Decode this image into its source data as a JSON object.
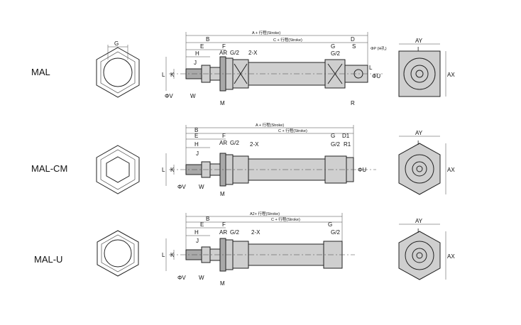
{
  "models": [
    {
      "name": "MAL",
      "cap": "circle",
      "g_label": "G",
      "top_dims": {
        "a": "A + 行程(Stroke)",
        "b": "B",
        "c": "C + 行程(Stroke)",
        "d": "D",
        "e": "E",
        "f": "F"
      },
      "left_dims": [
        "H",
        "J",
        "AR",
        "G/2",
        "K",
        "L",
        "ΦV",
        "W",
        "M"
      ],
      "body_labels": [
        "2-X",
        "G",
        "G/2",
        "S"
      ],
      "port_note": "ΦP (H孔)",
      "right_dims": [
        "L",
        "ΦU",
        "R"
      ],
      "end_dims": {
        "ay": "AY",
        "ax": "AX",
        "i": "I"
      }
    },
    {
      "name": "MAL-CM",
      "cap": "hex",
      "g_label": "",
      "top_dims": {
        "a": "A + 行程(Stroke)",
        "b": "B",
        "c": "C + 行程(Stroke)",
        "d": "D1",
        "e": "E",
        "f": "F"
      },
      "left_dims": [
        "H",
        "J",
        "AR",
        "G/2",
        "K",
        "L",
        "ΦV",
        "W",
        "M"
      ],
      "body_labels": [
        "2-X",
        "G",
        "G/2",
        "R1"
      ],
      "right_dims": [
        "ΦU"
      ],
      "end_dims": {
        "ay": "AY",
        "ax": "AX",
        "i": "I"
      }
    },
    {
      "name": "MAL-U",
      "cap": "circle",
      "g_label": "",
      "top_dims": {
        "a": "A2+ 行程(Stroke)",
        "b": "B",
        "c": "C + 行程(Stroke)",
        "d": "",
        "e": "E",
        "f": "F"
      },
      "left_dims": [
        "H",
        "J",
        "AR",
        "G/2",
        "K",
        "L",
        "ΦV",
        "W",
        "M"
      ],
      "body_labels": [
        "2-X",
        "G",
        "G/2"
      ],
      "right_dims": [],
      "end_dims": {
        "ay": "AY",
        "ax": "AX",
        "i": "I"
      }
    }
  ]
}
